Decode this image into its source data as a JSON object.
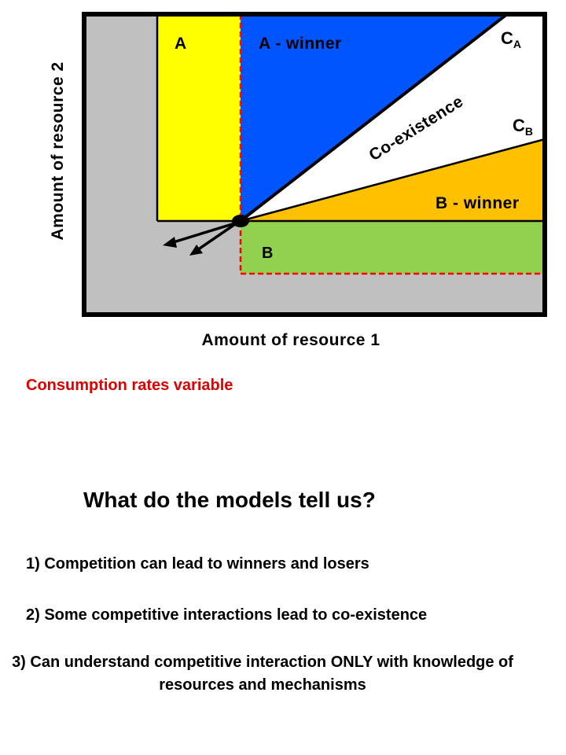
{
  "diagram": {
    "axis_x_label": "Amount of resource 1",
    "axis_y_label": "Amount of resource 2",
    "regions": {
      "a_only": "A",
      "a_winner": "A - winner",
      "coexistence": "Co-existence",
      "b_winner": "B - winner",
      "b_only": "B"
    },
    "line_labels": {
      "ca_main": "C",
      "ca_sub": "A",
      "cb_main": "C",
      "cb_sub": "B"
    },
    "colors": {
      "background_gray": "#c0c0c0",
      "region_a_yellow": "#ffff00",
      "region_a_winner_blue": "#0055ff",
      "region_coexistence_white": "#ffffff",
      "region_b_winner_orange": "#ffc000",
      "region_b_green": "#92d050",
      "zngi_dashed_red": "#ff0000"
    }
  },
  "caption": "Consumption rates variable",
  "heading": "What do the models tell us?",
  "points": [
    "1) Competition can lead to winners and losers",
    "2) Some competitive interactions lead to co-existence",
    "3) Can understand competitive interaction ONLY with knowledge of resources and mechanisms"
  ]
}
